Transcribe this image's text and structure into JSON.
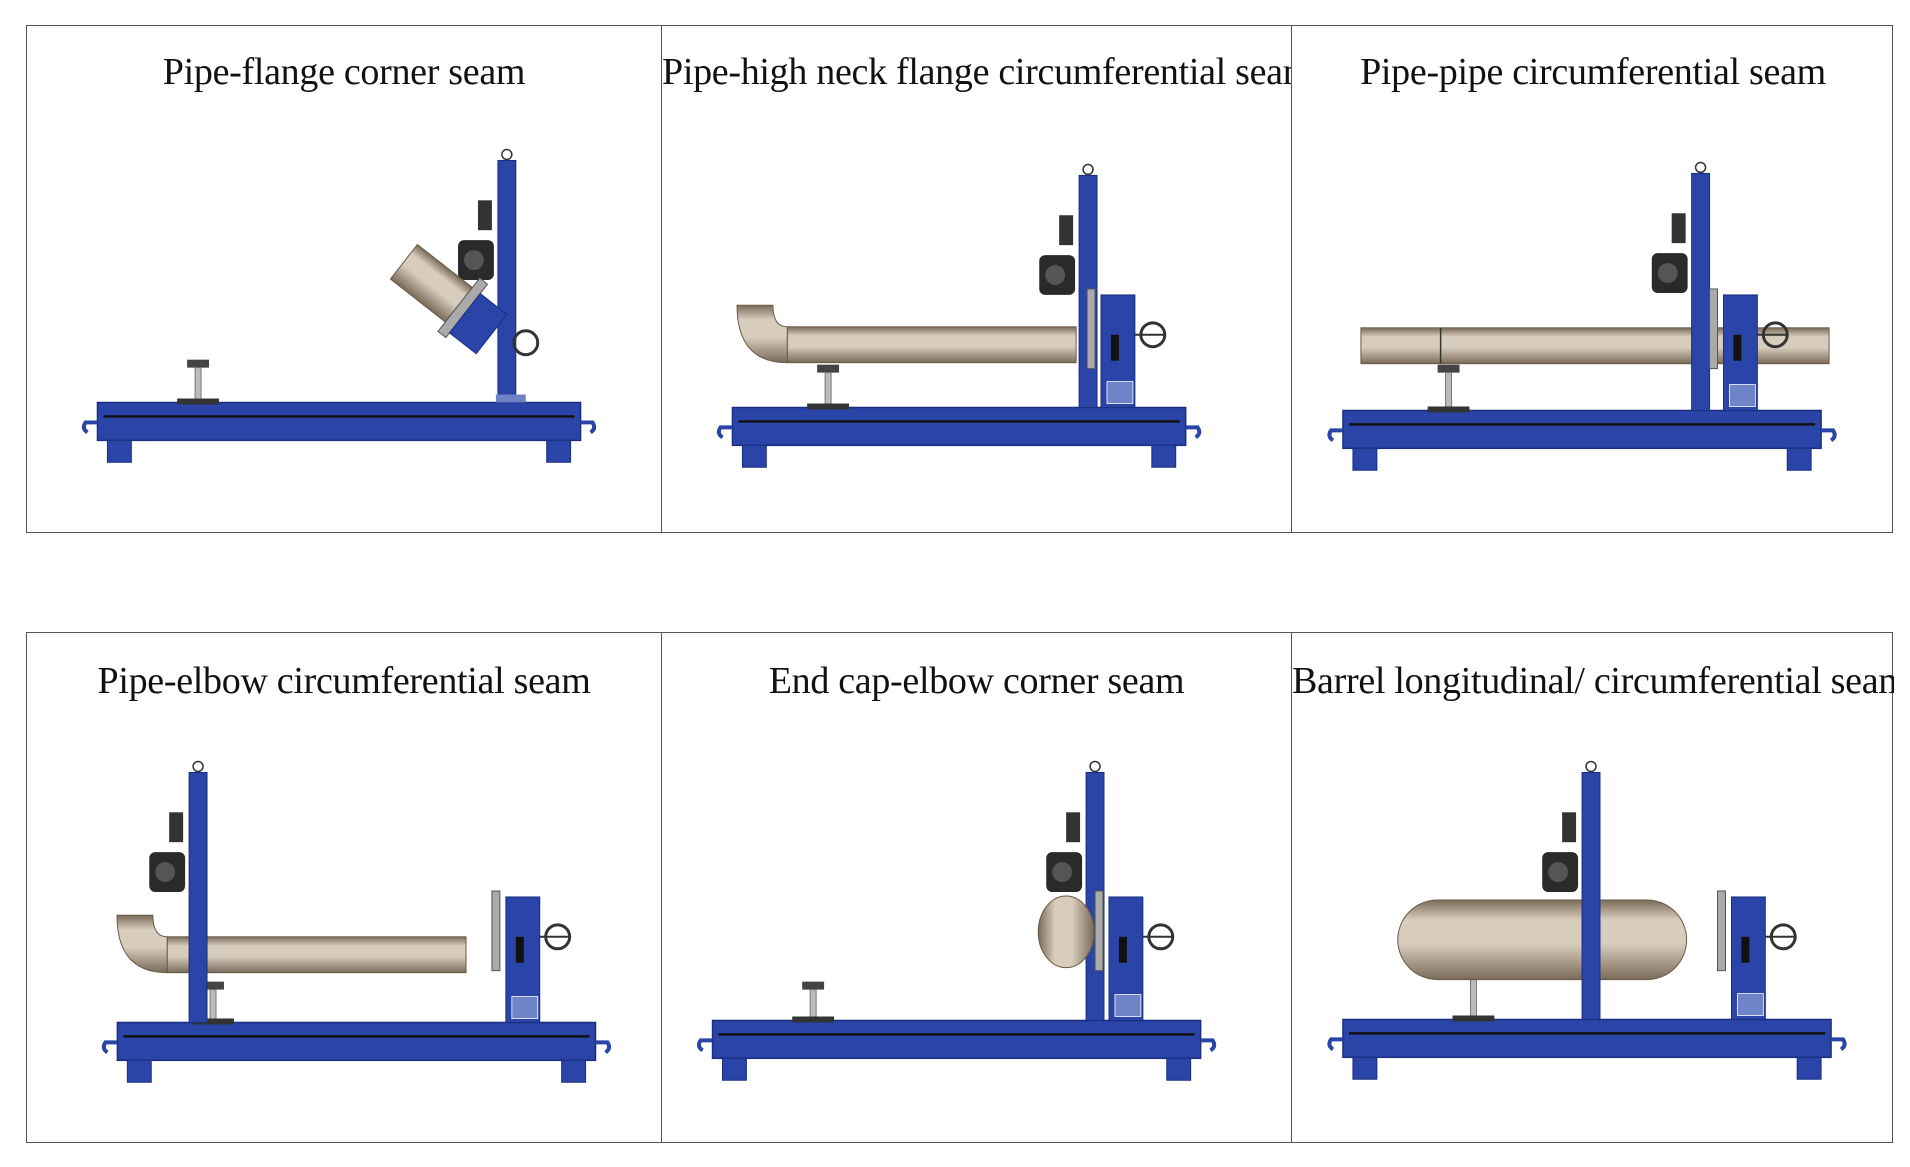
{
  "panels_top": [
    {
      "caption": "Pipe-flange corner seam",
      "workpiece": "flange-tilted"
    },
    {
      "caption": "Pipe-high neck flange circumferential seam",
      "workpiece": "elbow-pipe-right"
    },
    {
      "caption": "Pipe-pipe circumferential seam",
      "workpiece": "pipe-pipe"
    }
  ],
  "panels_bottom": [
    {
      "caption": "Pipe-elbow circumferential seam",
      "workpiece": "elbow-pipe-left"
    },
    {
      "caption": "End cap-elbow corner seam",
      "workpiece": "end-cap"
    },
    {
      "caption": "Barrel longitudinal/ circumferential seam",
      "workpiece": "barrel"
    }
  ],
  "colors": {
    "frame_blue": "#2a44a8",
    "frame_dark": "#1a2f80",
    "pipe_light": "#d8cdbd",
    "pipe_dark": "#7a6a58",
    "border": "#555555"
  }
}
